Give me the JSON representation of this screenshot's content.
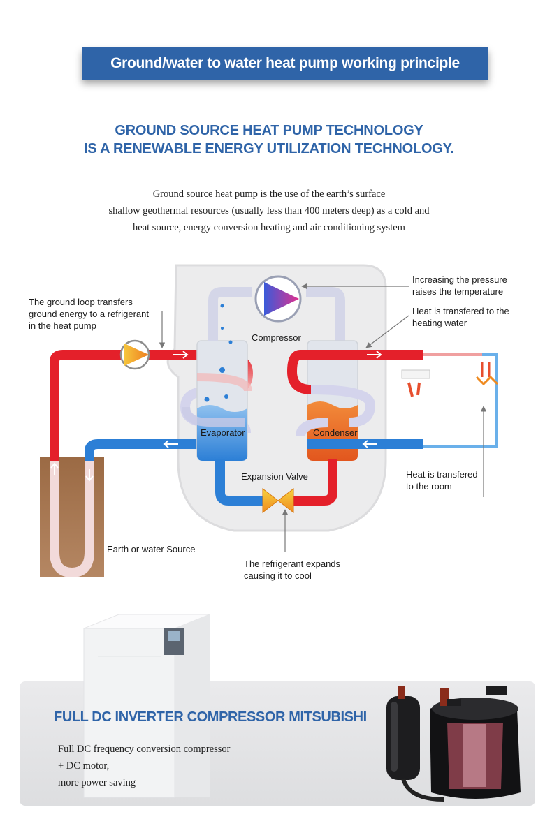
{
  "banner": {
    "title": "Ground/water to water heat pump working principle"
  },
  "headline": {
    "line1": "GROUND SOURCE HEAT PUMP TECHNOLOGY",
    "line2": "IS A RENEWABLE ENERGY UTILIZATION TECHNOLOGY."
  },
  "description": {
    "line1": "Ground source heat pump is the use of the earth’s surface",
    "line2": "shallow geothermal resources (usually less than 400 meters deep) as a cold and",
    "line3": "heat source, energy conversion heating and air conditioning system"
  },
  "diagram": {
    "ground_loop": [
      "The ground loop transfers",
      "ground energy to a refrigerant",
      "in the heat pump"
    ],
    "compressor": "Compressor",
    "pressure": [
      "Increasing the pressure",
      "raises the temperature"
    ],
    "heat_water": [
      "Heat is transfered to the",
      "heating water"
    ],
    "evaporator": "Evaporator",
    "condenser": "Condenser",
    "expansion_valve": "Expansion Valve",
    "heat_room": [
      "Heat is transfered",
      "to the room"
    ],
    "earth_source": "Earth or water Source",
    "refrigerant": [
      "The refrigerant expands",
      "causing it to cool"
    ]
  },
  "product": {
    "title": "FULL DC INVERTER COMPRESSOR MITSUBISHI",
    "line1": "Full DC frequency conversion compressor",
    "line2": "+ DC motor,",
    "line3": "more power saving"
  },
  "colors": {
    "accent_blue": "#2f64a8",
    "hot_red": "#e4202a",
    "cold_blue": "#2c7fd6",
    "housing_gray": "#e9e9ea"
  }
}
